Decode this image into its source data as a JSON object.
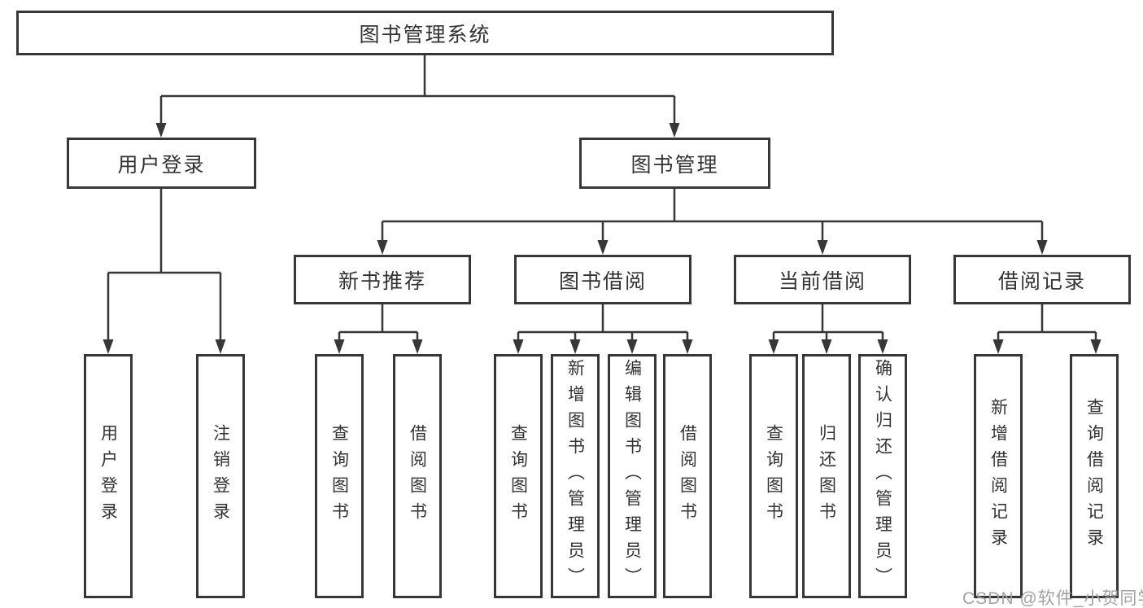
{
  "diagram": {
    "root": {
      "label": "图书管理系统"
    },
    "level1": [
      {
        "label": "用户登录"
      },
      {
        "label": "图书管理"
      }
    ],
    "level2": [
      {
        "label": "新书推荐"
      },
      {
        "label": "图书借阅"
      },
      {
        "label": "当前借阅"
      },
      {
        "label": "借阅记录"
      }
    ],
    "leaves": {
      "user_login": [
        {
          "label": "用户登录"
        },
        {
          "label": "注销登录"
        }
      ],
      "new_book": [
        {
          "label": "查询图书"
        },
        {
          "label": "借阅图书"
        }
      ],
      "book_borrow": [
        {
          "label": "查询图书"
        },
        {
          "label": "新增图书（管理员）"
        },
        {
          "label": "编辑图书（管理员）"
        },
        {
          "label": "借阅图书"
        }
      ],
      "current_borrow": [
        {
          "label": "查询图书"
        },
        {
          "label": "归还图书"
        },
        {
          "label": "确认归还（管理员）"
        }
      ],
      "borrow_record": [
        {
          "label": "新增借阅记录"
        },
        {
          "label": "查询借阅记录"
        }
      ]
    }
  },
  "watermark": {
    "text": "CSDN @软件_小贺同学"
  },
  "colors": {
    "line": "#373737",
    "text": "#333333",
    "background": "#ffffff",
    "watermark": "#a3a3a3"
  }
}
